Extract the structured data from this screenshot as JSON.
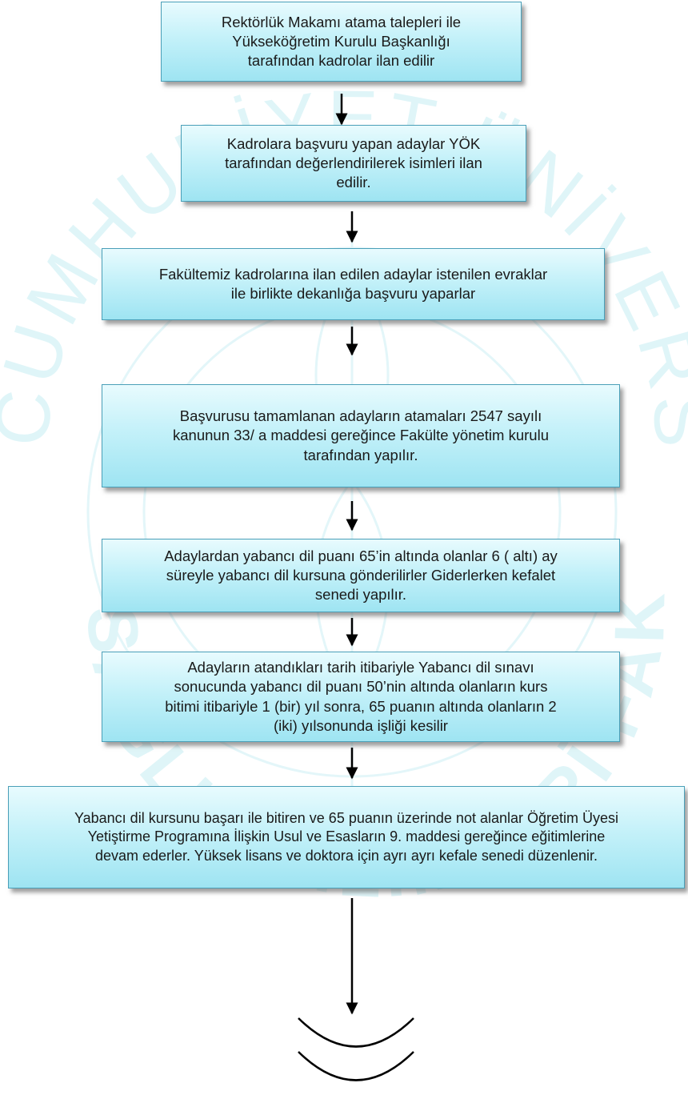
{
  "watermark": {
    "top_text": "CUMHURİYET ÜNİVERSİTESİ",
    "bottom_text": "SAĞLIK BİLİMLERİ FAKÜLTESİ",
    "color": "#dff5f8"
  },
  "flowchart": {
    "steps": [
      {
        "lines": [
          "Rektörlük Makamı atama talepleri ile",
          "Yükseköğretim Kurulu Başkanlığı",
          "tarafından kadrolar ilan edilir"
        ]
      },
      {
        "lines": [
          "Kadrolara başvuru yapan adaylar YÖK",
          "tarafından değerlendirilerek isimleri ilan",
          "edilir."
        ]
      },
      {
        "lines": [
          "Fakültemiz kadrolarına ilan edilen adaylar istenilen evraklar",
          "ile birlikte dekanlığa başvuru yaparlar"
        ]
      },
      {
        "lines": [
          "Başvurusu tamamlanan adayların atamaları 2547 sayılı",
          "kanunun 33/ a maddesi gereğince Fakülte yönetim kurulu",
          "tarafından yapılır."
        ]
      },
      {
        "lines": [
          "Adaylardan yabancı dil puanı 65’in altında olanlar 6 ( altı) ay",
          "süreyle yabancı dil kursuna gönderilirler Giderlerken kefalet",
          "senedi yapılır."
        ]
      },
      {
        "lines": [
          "Adayların atandıkları tarih itibariyle Yabancı dil sınavı",
          "sonucunda yabancı dil puanı 50’nin altında olanların kurs",
          "bitimi itibariyle 1 (bir) yıl sonra, 65 puanın altında olanların 2",
          "(iki) yılsonunda işliği kesilir"
        ]
      },
      {
        "lines": [
          "Yabancı dil kursunu başarı ile bitiren ve 65 puanın üzerinde not alanlar Öğretim Üyesi",
          "Yetiştirme Programına İlişkin Usul ve Esasların 9. maddesi gereğince eğitimlerine",
          "devam ederler.  Yüksek lisans ve doktora için ayrı ayrı kefale senedi düzenlenir."
        ]
      }
    ],
    "colors": {
      "box_top": "#e8fbfe",
      "box_bottom": "#9ee4f2",
      "border": "#4a9fb8",
      "arrow": "#000000"
    }
  }
}
